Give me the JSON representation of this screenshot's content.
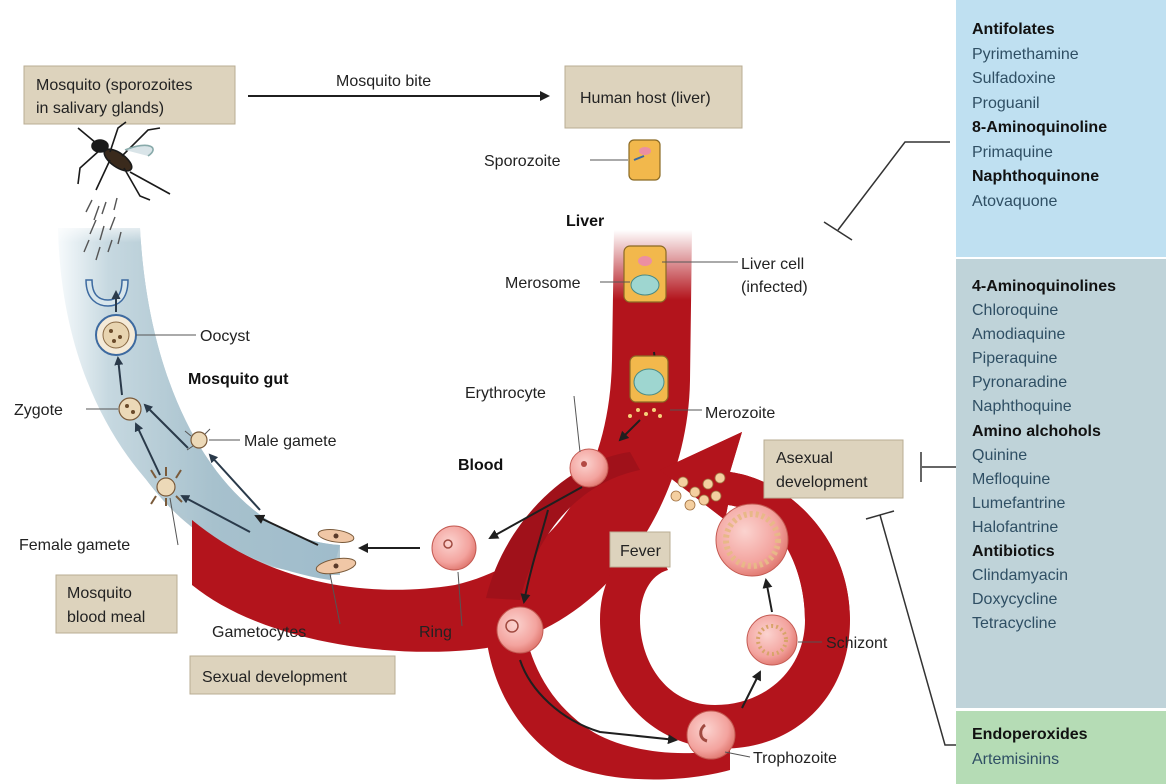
{
  "boxes": {
    "mosquito_line1": "Mosquito (sporozoites",
    "mosquito_line2": "in salivary glands)",
    "human_host": "Human host (liver)",
    "asexual_line1": "Asexual",
    "asexual_line2": "development",
    "blood_meal_line1": "Mosquito",
    "blood_meal_line2": "blood meal",
    "sexual_development": "Sexual development",
    "fever": "Fever"
  },
  "arrow_label": "Mosquito bite",
  "regions": {
    "liver": "Liver",
    "blood": "Blood",
    "mosquito_gut": "Mosquito gut"
  },
  "stages": {
    "sporozoite": "Sporozoite",
    "merosome": "Merosome",
    "liver_cell_line1": "Liver cell",
    "liver_cell_line2": "(infected)",
    "merozoite": "Merozoite",
    "erythrocyte": "Erythrocyte",
    "ring": "Ring",
    "trophozoite": "Trophozoite",
    "schizont": "Schizont",
    "gametocytes": "Gametocytes",
    "female_gamete": "Female gamete",
    "male_gamete": "Male gamete",
    "zygote": "Zygote",
    "oocyst": "Oocyst"
  },
  "drug_panels": {
    "blue": [
      {
        "text": "Antifolates",
        "heading": true
      },
      {
        "text": "Pyrimethamine",
        "heading": false
      },
      {
        "text": "Sulfadoxine",
        "heading": false
      },
      {
        "text": "Proguanil",
        "heading": false
      },
      {
        "text": "8-Aminoquinoline",
        "heading": true
      },
      {
        "text": "Primaquine",
        "heading": false
      },
      {
        "text": "Naphthoquinone",
        "heading": true
      },
      {
        "text": "Atovaquone",
        "heading": false
      }
    ],
    "teal": [
      {
        "text": "4-Aminoquinolines",
        "heading": true
      },
      {
        "text": "Chloroquine",
        "heading": false
      },
      {
        "text": "Amodiaquine",
        "heading": false
      },
      {
        "text": "Piperaquine",
        "heading": false
      },
      {
        "text": "Pyronaradine",
        "heading": false
      },
      {
        "text": "Naphthoquine",
        "heading": false
      },
      {
        "text": "Amino alchohols",
        "heading": true
      },
      {
        "text": "Quinine",
        "heading": false
      },
      {
        "text": "Mefloquine",
        "heading": false
      },
      {
        "text": "Lumefantrine",
        "heading": false
      },
      {
        "text": "Halofantrine",
        "heading": false
      },
      {
        "text": "Antibiotics",
        "heading": true
      },
      {
        "text": "Clindamyacin",
        "heading": false
      },
      {
        "text": "Doxycycline",
        "heading": false
      },
      {
        "text": "Tetracycline",
        "heading": false
      }
    ],
    "green": [
      {
        "text": "Endoperoxides",
        "heading": true
      },
      {
        "text": "Artemisinins",
        "heading": false
      }
    ]
  },
  "colors": {
    "blood_red": "#b3141c",
    "blood_light": "#e0474d",
    "gut_blue": "#a9c3cf",
    "label_box": "#ddd3bd",
    "panel_blue": "#bfe0f1",
    "panel_teal": "#bfd3d9",
    "panel_green": "#b5dcb5"
  }
}
